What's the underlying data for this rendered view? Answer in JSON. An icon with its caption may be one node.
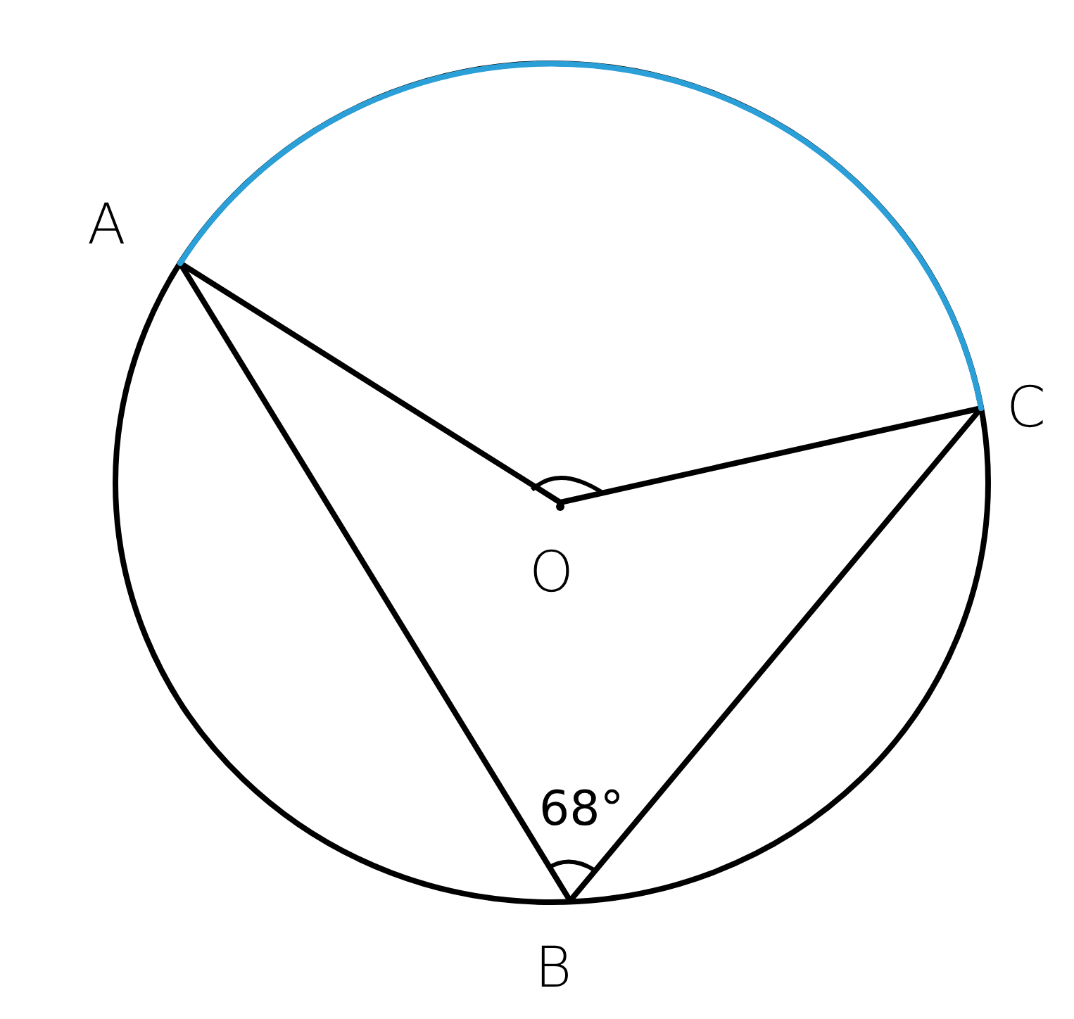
{
  "diagram": {
    "nodes": [
      {
        "text": [
          "A"
        ]
      },
      {
        "text": [
          "C"
        ]
      },
      {
        "text": [
          "O"
        ]
      },
      {
        "text": [
          "B"
        ]
      }
    ],
    "edges": [
      {
        "from": 0,
        "to": 2,
        "arrow": "none"
      },
      {
        "from": 2,
        "to": 1,
        "arrow": "none"
      },
      {
        "from": 0,
        "to": 3,
        "arrow": "none"
      },
      {
        "from": 3,
        "to": 1,
        "arrow": "none"
      },
      {
        "from": 0,
        "to": 1,
        "arrow": "none",
        "color": "#2a9fd8"
      }
    ],
    "labels": [
      "68°"
    ]
  }
}
